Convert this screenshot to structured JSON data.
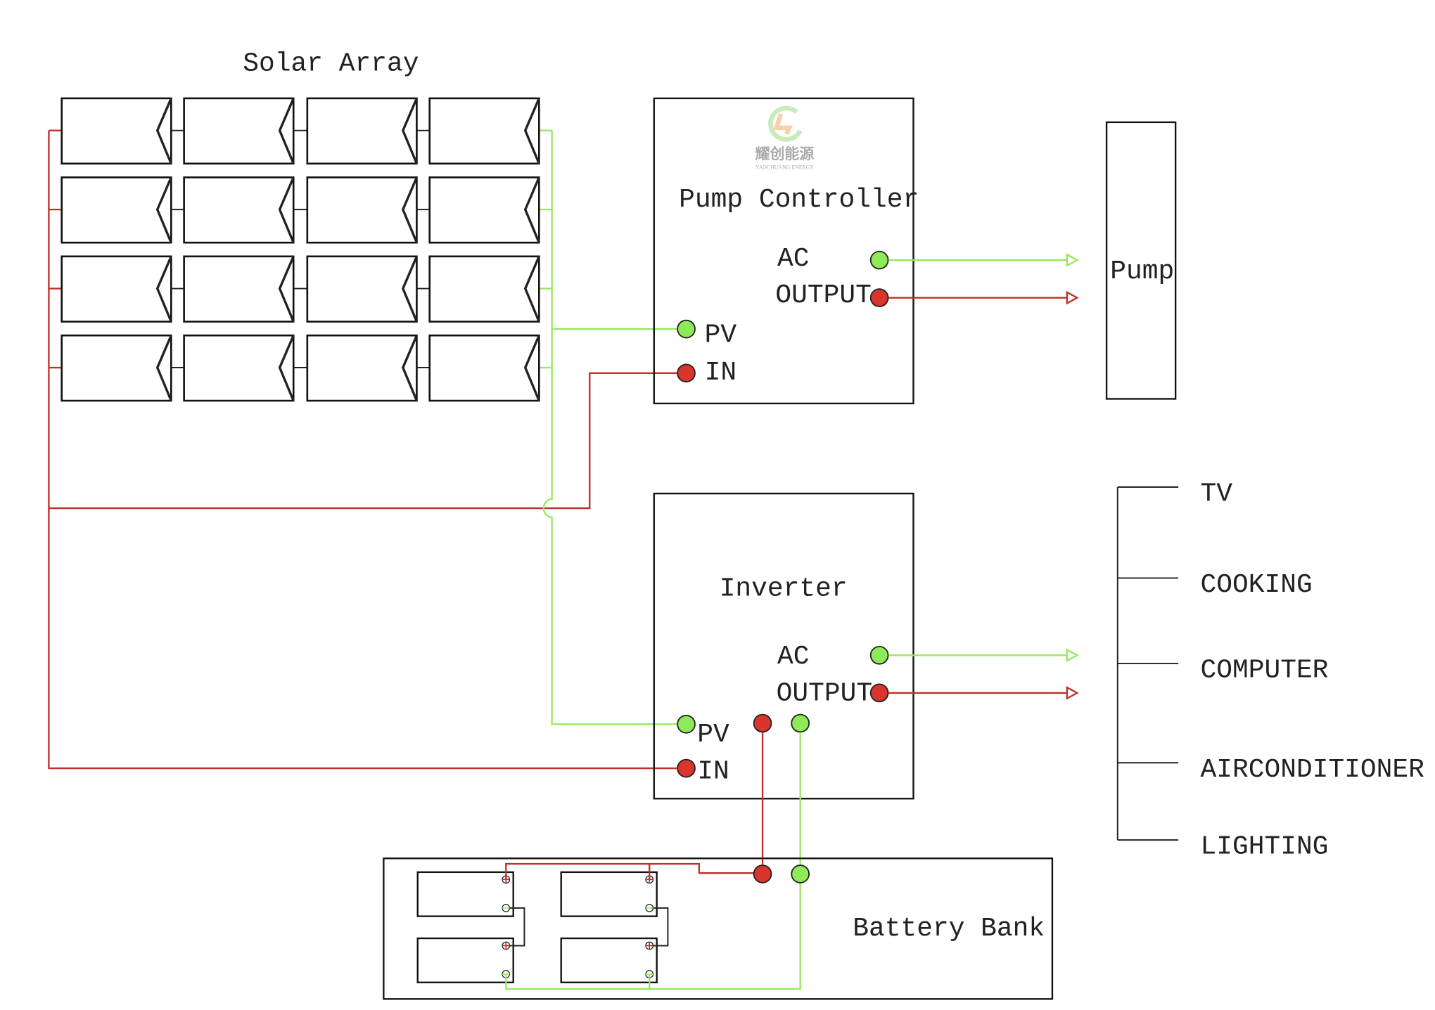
{
  "colors": {
    "positive": "#c0302a",
    "negative": "#98e860",
    "terminal_red": "#d9352c",
    "terminal_green": "#8eea58"
  },
  "logo": {
    "text_cn": "耀创能源",
    "text_en": "YAOCHUANG ENERGY"
  },
  "solar_array": {
    "title": "Solar Array",
    "rows": 4,
    "columns": 4
  },
  "pump_controller": {
    "title": "Pump Controller",
    "ac_label": "AC",
    "output_label": "OUTPUT",
    "pv_label": "PV",
    "in_label": "IN"
  },
  "pump": {
    "title": "Pump"
  },
  "inverter": {
    "title": "Inverter",
    "ac_label": "AC",
    "output_label": "OUTPUT",
    "pv_label": "PV",
    "in_label": "IN"
  },
  "battery_bank": {
    "title": "Battery Bank",
    "count": 4
  },
  "loads": [
    "TV",
    "COOKING",
    "COMPUTER",
    "AIRCONDITIONER",
    "LIGHTING"
  ]
}
